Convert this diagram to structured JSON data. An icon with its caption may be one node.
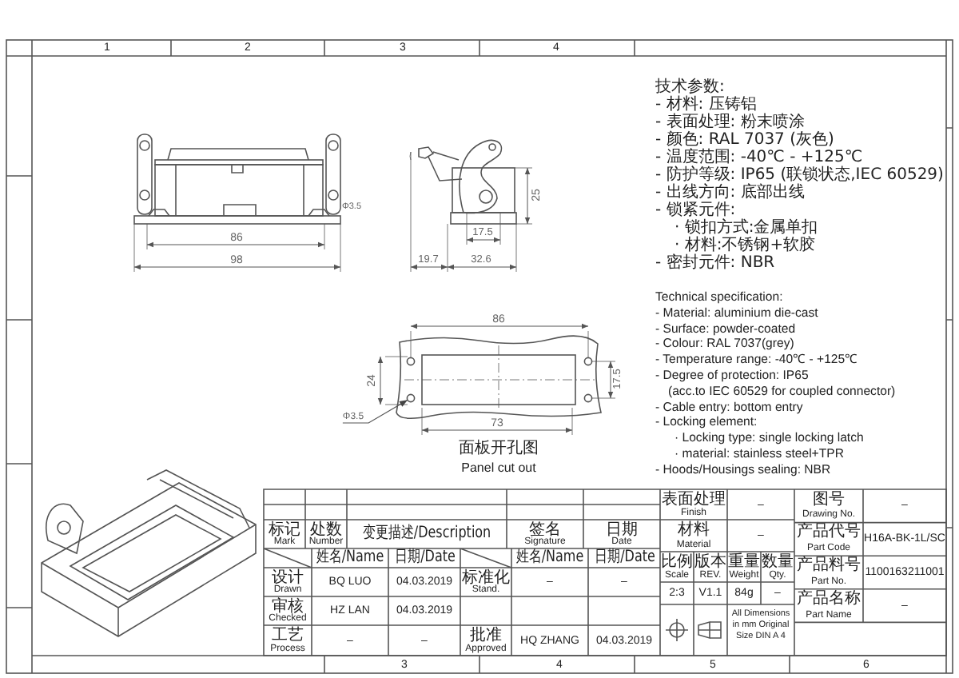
{
  "diagram": {
    "nodes": [
      {
        "text": [
          "Φ3.5"
        ]
      },
      {
        "text": [],
        "shape": "circle"
      }
    ],
    "edges": [
      {
        "from": 0,
        "to": 1,
        "arrow": "to"
      }
    ],
    "labels": [
      "1",
      "2",
      "3",
      "4",
      "Φ3.5",
      "86",
      "98",
      "25",
      "17.5",
      "19.7",
      "32.6",
      "86",
      "24",
      "17.5",
      "73",
      "面板开孔图",
      "Panel cut out",
      "技术参数:",
      "- 材料: 压铸铝",
      "- 表面处理: 粉末喷涂",
      "- 颜色: RAL 7037 (灰色)",
      "- 温度范围: -40℃ - +125℃",
      "- 防护等级: IP65 (联锁状态,IEC 60529)",
      "- 出线方向: 底部出线",
      "- 锁紧元件:",
      "· 锁扣方式:金属单扣",
      "· 材料:不锈钢+软胶",
      "- 密封元件: NBR",
      "Technical specification:",
      "- Material: aluminium die-cast",
      "- Surface: powder-coated",
      "- Colour: RAL 7037(grey)",
      "- Temperature range: -40℃ - +125℃",
      "- Degree of protection: IP65",
      "(acc.to IEC 60529 for coupled connector)",
      "- Cable entry: bottom entry",
      "- Locking element:",
      "· Locking type: single locking latch",
      "· material: stainless steel+TPR",
      "- Hoods/Housings sealing: NBR",
      "表面处理",
      "Finish",
      "–",
      "图号",
      "Drawing No.",
      "–",
      "产品代号",
      "Part Code",
      "H16A-BK-1L/SC",
      "材料",
      "Material",
      "–",
      "产品料号",
      "Part No.",
      "1100163211001",
      "标记",
      "Mark",
      "处数",
      "Number",
      "变更描述/Description",
      "签名",
      "Signature",
      "日期",
      "Date",
      "姓名/Name",
      "日期/Date",
      "姓名/Name",
      "日期/Date",
      "比例",
      "Scale",
      "版本",
      "REV.",
      "重量",
      "Weight",
      "数量",
      "Qty.",
      "产品名称",
      "Part Name",
      "–",
      "设计",
      "Drawn",
      "BQ LUO",
      "04.03.2019",
      "标准化",
      "Stand.",
      "–",
      "–",
      "2:3",
      "V1.1",
      "84g",
      "–",
      "审核",
      "Checked",
      "HZ LAN",
      "04.03.2019",
      "工艺",
      "Process",
      "–",
      "–",
      "批准",
      "Approved",
      "HQ ZHANG",
      "04.03.2019",
      "All Dimensions in mm Original Size DIN A 4",
      "3",
      "4",
      "5",
      "6"
    ]
  }
}
